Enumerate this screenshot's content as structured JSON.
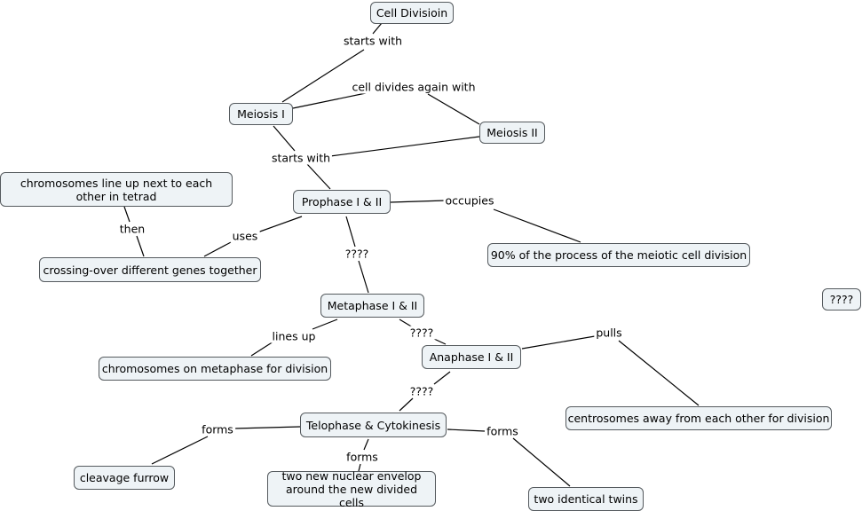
{
  "concepts": {
    "cell_division": "Cell Divisioin",
    "meiosis_1": "Meiosis I",
    "meiosis_2": "Meiosis II",
    "prophase": "Prophase I & II",
    "chromosomes_line_up": "chromosomes line up next to each other in tetrad",
    "crossing_over": "crossing-over different genes together",
    "ninety_percent": "90% of the process of the meiotic cell division",
    "metaphase": "Metaphase I & II",
    "unknown_standalone": "????",
    "chromosomes_metaphase": "chromosomes on metaphase for division",
    "anaphase": "Anaphase I & II",
    "centrosomes": "centrosomes away from each other for division",
    "telophase": "Telophase & Cytokinesis",
    "cleavage_furrow": "cleavage furrow",
    "nuclear_envelop": "two new nuclear envelop around the new divided cells",
    "identical_twins": "two identical twins"
  },
  "links": {
    "starts_with_1": "starts with",
    "divides_again": "cell divides again with",
    "starts_with_2": "starts with",
    "then": "then",
    "uses": "uses",
    "occupies": "occupies",
    "unknown_prophase_metaphase": "????",
    "lines_up": "lines up",
    "unknown_metaphase_anaphase": "????",
    "pulls": "pulls",
    "unknown_anaphase_telophase": "????",
    "forms_left": "forms",
    "forms_middle": "forms",
    "forms_right": "forms"
  }
}
